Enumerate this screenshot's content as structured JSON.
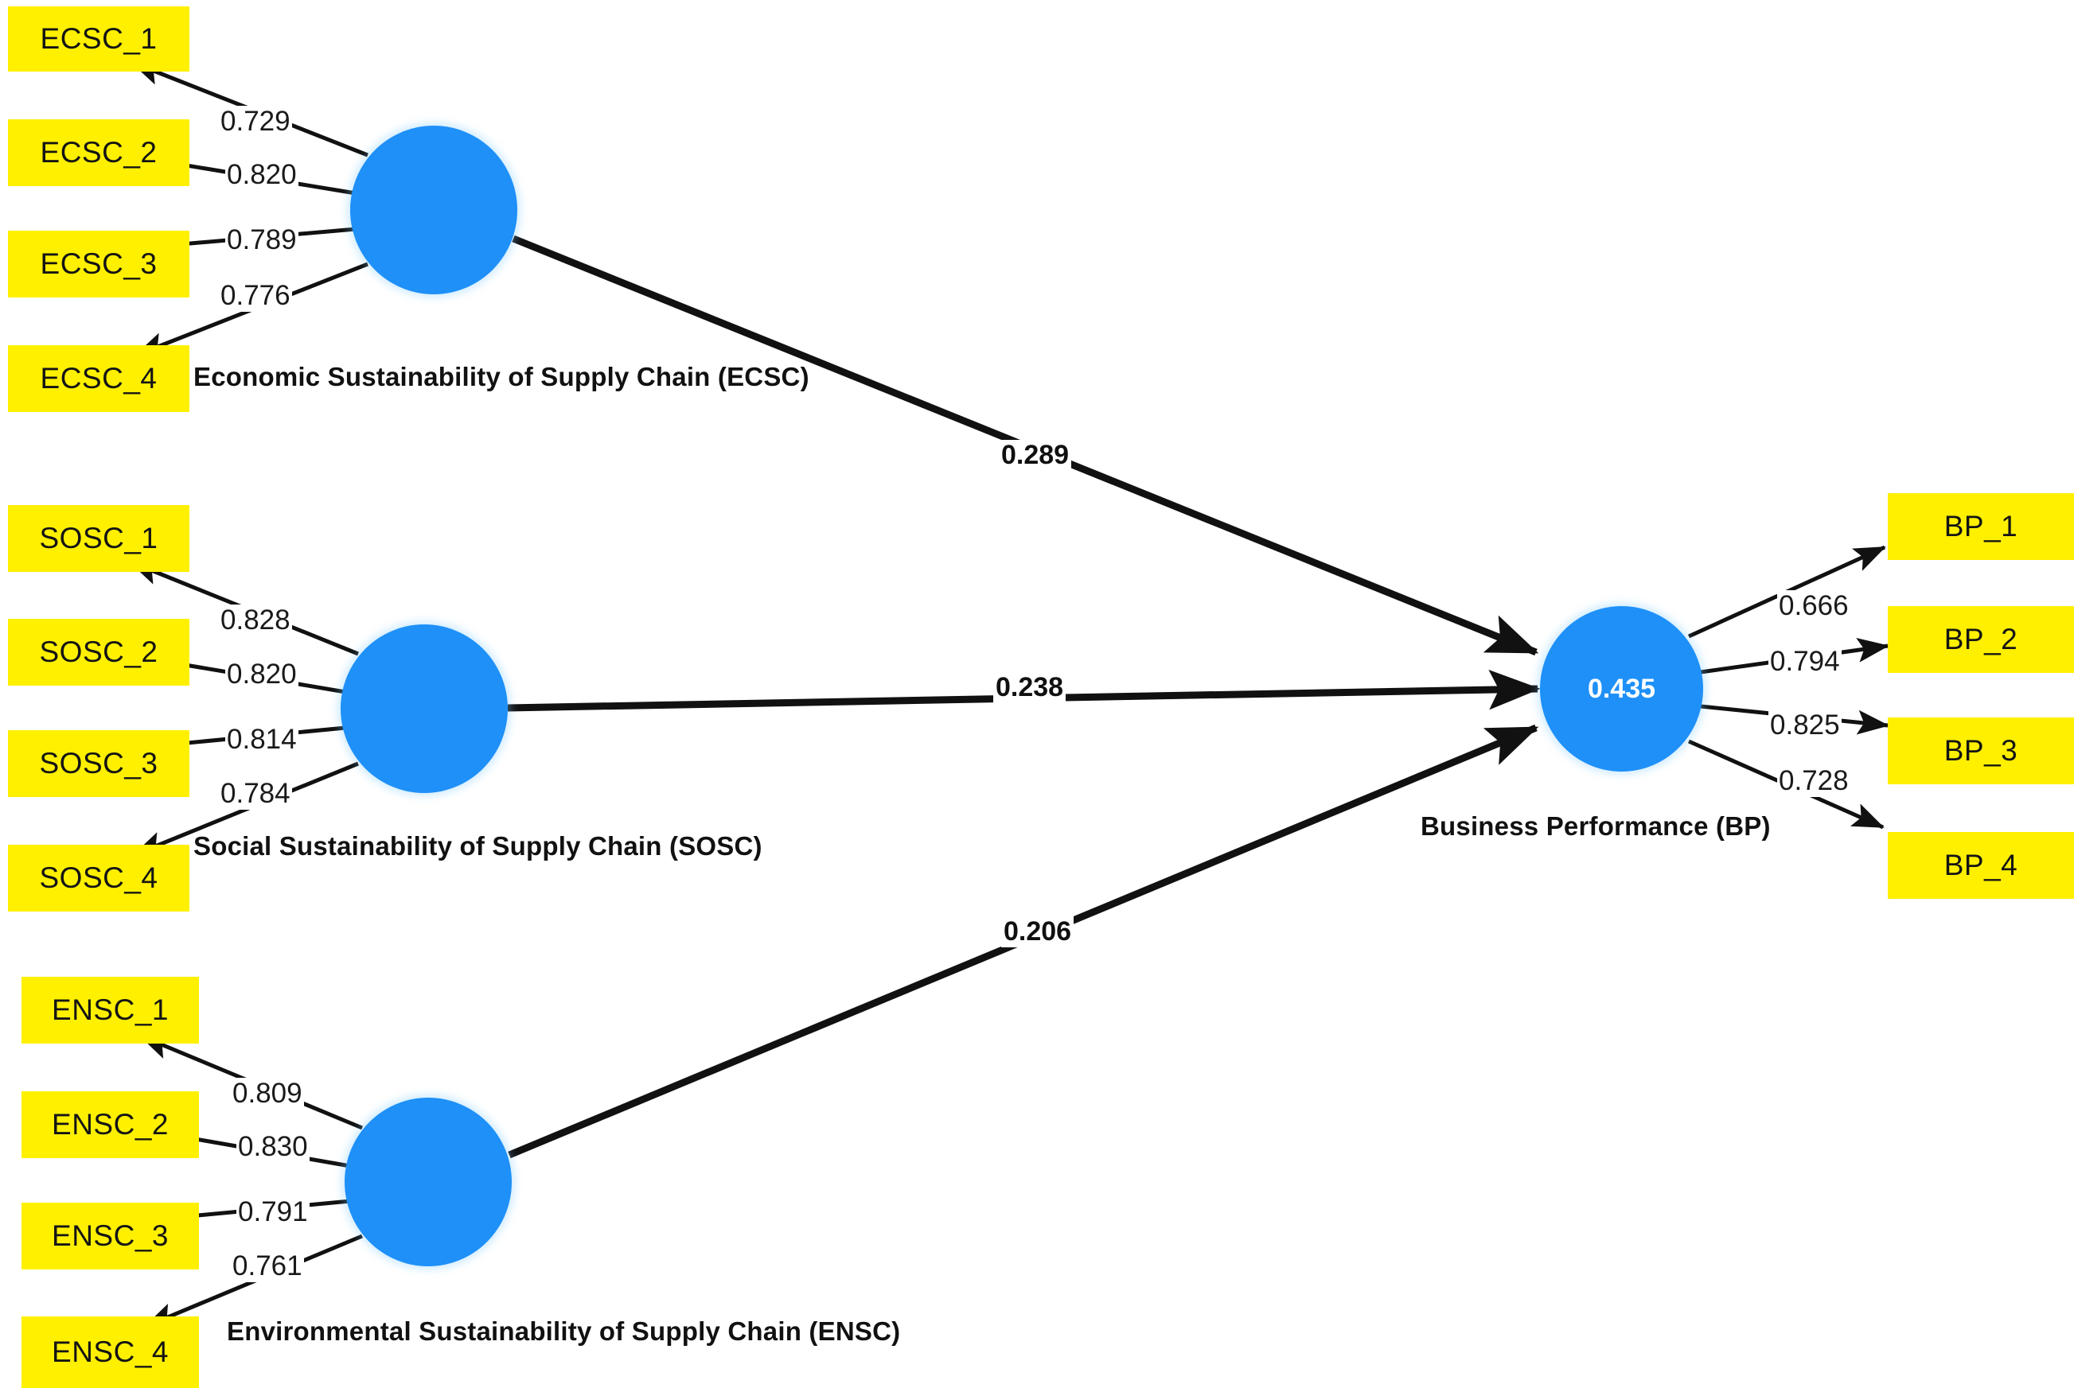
{
  "chart_data": {
    "type": "diagram",
    "title": "PLS-SEM path model: Supply chain sustainability and business performance",
    "diagram_kind": "structural-equation-model",
    "colors": {
      "construct": "#1E90F8",
      "indicator": "#FFF000",
      "arrow": "#111111",
      "r2_text": "#FFFFFF"
    },
    "constructs": [
      {
        "id": "ECSC",
        "label": "Economic Sustainability of Supply Chain (ECSC)",
        "r2": null,
        "indicators": [
          "ECSC_1",
          "ECSC_2",
          "ECSC_3",
          "ECSC_4"
        ],
        "loadings": [
          0.729,
          0.82,
          0.789,
          0.776
        ]
      },
      {
        "id": "SOSC",
        "label": "Social Sustainability of Supply Chain (SOSC)",
        "r2": null,
        "indicators": [
          "SOSC_1",
          "SOSC_2",
          "SOSC_3",
          "SOSC_4"
        ],
        "loadings": [
          0.828,
          0.82,
          0.814,
          0.784
        ]
      },
      {
        "id": "ENSC",
        "label": "Environmental  Sustainability of Supply Chain (ENSC)",
        "r2": null,
        "indicators": [
          "ENSC_1",
          "ENSC_2",
          "ENSC_3",
          "ENSC_4"
        ],
        "loadings": [
          0.809,
          0.83,
          0.791,
          0.761
        ]
      },
      {
        "id": "BP",
        "label": "Business Performance (BP)",
        "r2": 0.435,
        "indicators": [
          "BP_1",
          "BP_2",
          "BP_3",
          "BP_4"
        ],
        "loadings": [
          0.666,
          0.794,
          0.825,
          0.728
        ]
      }
    ],
    "paths": [
      {
        "from": "ECSC",
        "to": "BP",
        "coefficient": 0.289
      },
      {
        "from": "SOSC",
        "to": "BP",
        "coefficient": 0.238
      },
      {
        "from": "ENSC",
        "to": "BP",
        "coefficient": 0.206
      }
    ]
  },
  "ecsc": {
    "name": "Economic Sustainability of Supply Chain (ECSC)",
    "indicators": [
      {
        "label": "ECSC_1",
        "loading": "0.729"
      },
      {
        "label": "ECSC_2",
        "loading": "0.820"
      },
      {
        "label": "ECSC_3",
        "loading": "0.789"
      },
      {
        "label": "ECSC_4",
        "loading": "0.776"
      }
    ]
  },
  "sosc": {
    "name": "Social Sustainability of Supply Chain (SOSC)",
    "indicators": [
      {
        "label": "SOSC_1",
        "loading": "0.828"
      },
      {
        "label": "SOSC_2",
        "loading": "0.820"
      },
      {
        "label": "SOSC_3",
        "loading": "0.814"
      },
      {
        "label": "SOSC_4",
        "loading": "0.784"
      }
    ]
  },
  "ensc": {
    "name": "Environmental  Sustainability of Supply Chain (ENSC)",
    "indicators": [
      {
        "label": "ENSC_1",
        "loading": "0.809"
      },
      {
        "label": "ENSC_2",
        "loading": "0.830"
      },
      {
        "label": "ENSC_3",
        "loading": "0.791"
      },
      {
        "label": "ENSC_4",
        "loading": "0.761"
      }
    ]
  },
  "bp": {
    "name": "Business Performance (BP)",
    "r2": "0.435",
    "indicators": [
      {
        "label": "BP_1",
        "loading": "0.666"
      },
      {
        "label": "BP_2",
        "loading": "0.794"
      },
      {
        "label": "BP_3",
        "loading": "0.825"
      },
      {
        "label": "BP_4",
        "loading": "0.728"
      }
    ]
  },
  "paths": {
    "ecsc_bp": "0.289",
    "sosc_bp": "0.238",
    "ensc_bp": "0.206"
  }
}
